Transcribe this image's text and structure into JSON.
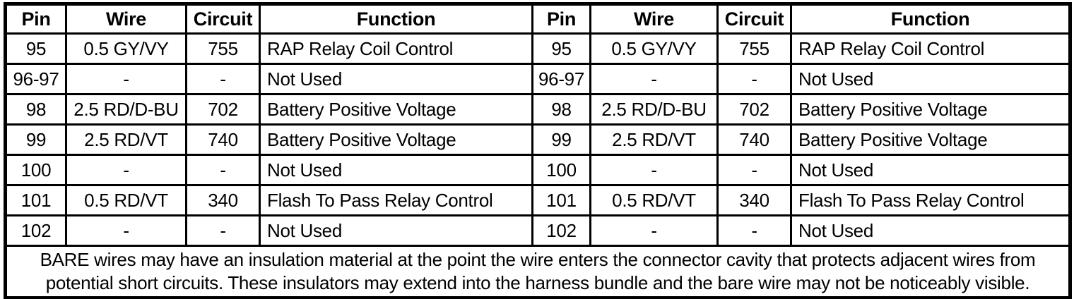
{
  "colors": {
    "border": "#000000",
    "background": "#ffffff",
    "text": "#000000"
  },
  "table": {
    "halves": [
      {
        "headers": [
          "Pin",
          "Wire",
          "Circuit",
          "Function"
        ],
        "rows": [
          [
            "95",
            "0.5 GY/VY",
            "755",
            "RAP Relay Coil Control"
          ],
          [
            "96-97",
            "-",
            "-",
            "Not Used"
          ],
          [
            "98",
            "2.5 RD/D-BU",
            "702",
            "Battery Positive Voltage"
          ],
          [
            "99",
            "2.5 RD/VT",
            "740",
            "Battery Positive Voltage"
          ],
          [
            "100",
            "-",
            "-",
            "Not Used"
          ],
          [
            "101",
            "0.5 RD/VT",
            "340",
            "Flash To Pass Relay Control"
          ],
          [
            "102",
            "-",
            "-",
            "Not Used"
          ]
        ]
      },
      {
        "headers": [
          "Pin",
          "Wire",
          "Circuit",
          "Function"
        ],
        "rows": [
          [
            "95",
            "0.5 GY/VY",
            "755",
            "RAP Relay Coil Control"
          ],
          [
            "96-97",
            "-",
            "-",
            "Not Used"
          ],
          [
            "98",
            "2.5 RD/D-BU",
            "702",
            "Battery Positive Voltage"
          ],
          [
            "99",
            "2.5 RD/VT",
            "740",
            "Battery Positive Voltage"
          ],
          [
            "100",
            "-",
            "-",
            "Not Used"
          ],
          [
            "101",
            "0.5 RD/VT",
            "340",
            "Flash To Pass Relay Control"
          ],
          [
            "102",
            "-",
            "-",
            "Not Used"
          ]
        ]
      }
    ],
    "footnote": {
      "line1": "BARE wires may have an insulation material at the point the wire enters the connector cavity that protects adjacent wires from",
      "line2": "potential short circuits. These insulators may extend into the harness bundle and the bare wire may not be noticeably visible."
    }
  }
}
